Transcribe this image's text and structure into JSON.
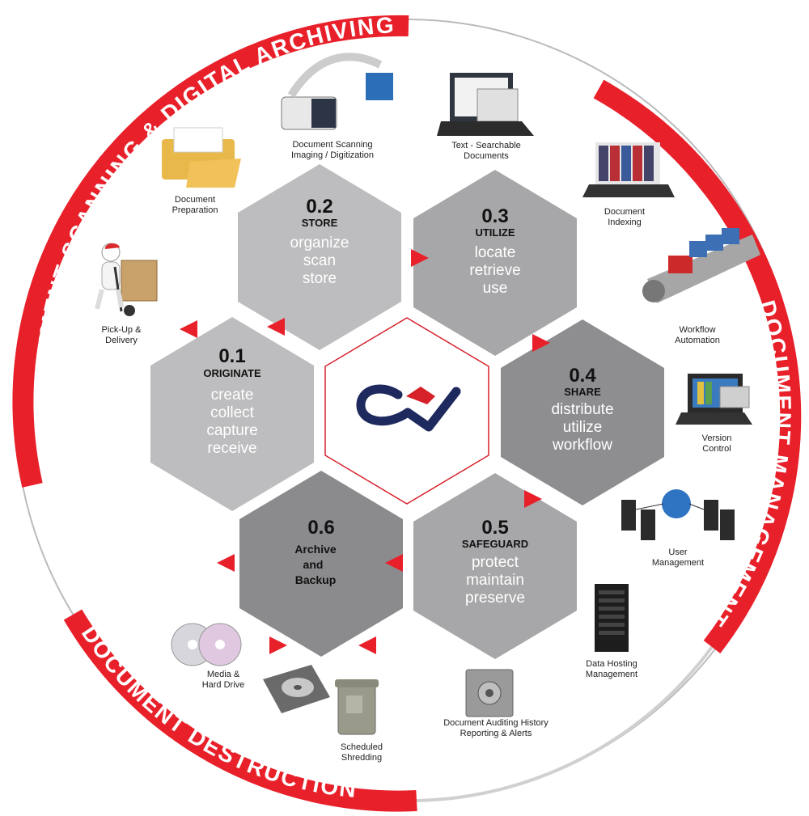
{
  "ring": {
    "top_left": "DOCUMENT SCANNING & DIGITAL ARCHIVING",
    "right": "DOCUMENT MANAGEMENT",
    "bottom": "DOCUMENT DESTRUCTION"
  },
  "hexes": [
    {
      "num": "0.1",
      "title": "ORIGINATE",
      "lines": [
        "create",
        "collect",
        "capture",
        "receive"
      ]
    },
    {
      "num": "0.2",
      "title": "STORE",
      "lines": [
        "organize",
        "scan",
        "store"
      ]
    },
    {
      "num": "0.3",
      "title": "UTILIZE",
      "lines": [
        "locate",
        "retrieve",
        "use"
      ]
    },
    {
      "num": "0.4",
      "title": "SHARE",
      "lines": [
        "distribute",
        "utilize",
        "workflow"
      ]
    },
    {
      "num": "0.5",
      "title": "SAFEGUARD",
      "lines": [
        "protect",
        "maintain",
        "preserve"
      ]
    },
    {
      "num": "0.6",
      "title": "",
      "lines": [
        "Archive",
        "and",
        "Backup"
      ]
    }
  ],
  "captions": {
    "doc_scanning": [
      "Document Scanning",
      "Imaging / Digitization"
    ],
    "text_searchable": [
      "Text - Searchable",
      "Documents"
    ],
    "doc_preparation": [
      "Document",
      "Preparation"
    ],
    "doc_indexing": [
      "Document",
      "Indexing"
    ],
    "pickup": [
      "Pick-Up &",
      "Delivery"
    ],
    "workflow_automation": [
      "Workflow",
      "Automation"
    ],
    "version_control": [
      "Version",
      "Control"
    ],
    "user_management": [
      "User",
      "Management"
    ],
    "data_hosting": [
      "Data Hosting",
      "Management"
    ],
    "auditing": [
      "Document Auditing History",
      "Reporting & Alerts"
    ],
    "scheduled_shredding": [
      "Scheduled",
      "Shredding"
    ],
    "media_hard_drive": [
      "Media &",
      "Hard Drive"
    ]
  },
  "colors": {
    "ring_red": "#e8202a",
    "hex_light": "#bdbdbf",
    "hex_mid": "#a7a7a9",
    "hex_dark": "#8b8b8e",
    "logo_navy": "#1e2a5e",
    "logo_red": "#d6202a"
  },
  "icons": [
    "scanner-icon",
    "laptop-drawer-icon",
    "folder-icon",
    "binders-icon",
    "hand-truck-icon",
    "conveyor-icon",
    "laptop-files-icon",
    "network-icon",
    "server-rack-icon",
    "safe-folder-icon",
    "shred-bin-icon",
    "hard-drive-icon",
    "discs-icon"
  ]
}
